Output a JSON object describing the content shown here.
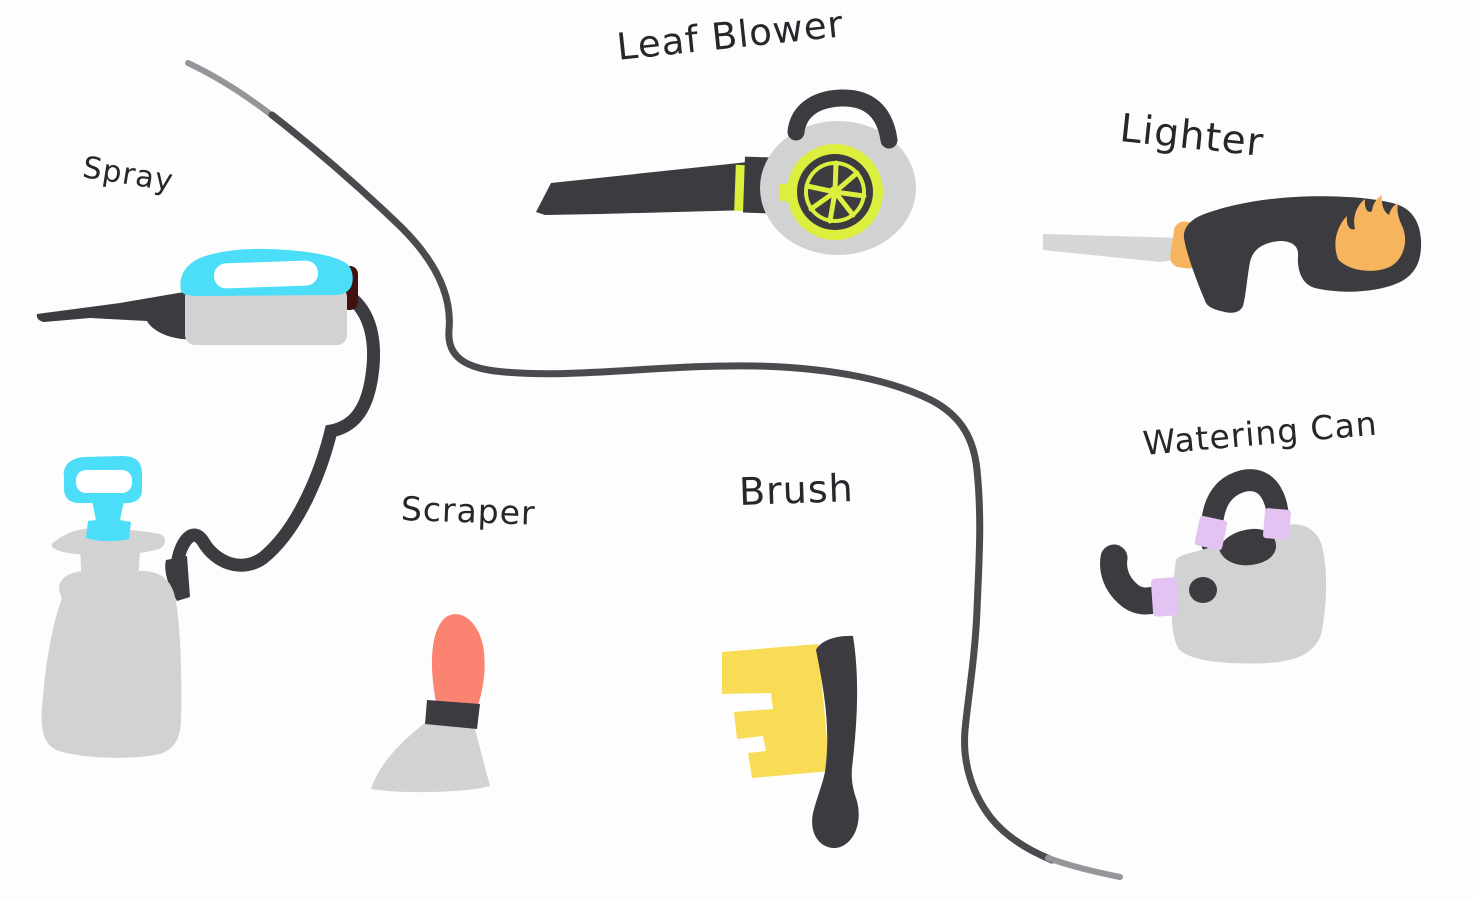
{
  "labels": {
    "spray": "Spray",
    "leaf_blower": "Leaf Blower",
    "lighter": "Lighter",
    "scraper": "Scraper",
    "brush": "Brush",
    "watering_can": "Watering Can"
  },
  "colors": {
    "background": "#fdfdfd",
    "ink": "#26262b",
    "tool_dark": "#3b3b40",
    "cord_gray": "#4b4b4f",
    "cord_fade": "#96969a",
    "body_gray": "#d2d2d2",
    "light_gray": "#d6d6d6",
    "cyan": "#4cdef8",
    "chartreuse": "#dcee3e",
    "orange": "#f6b45e",
    "salmon": "#fa8372",
    "yellow": "#f8dc55",
    "lavender": "#e2c3f2",
    "dark_red": "#441010",
    "white": "#ffffff"
  }
}
